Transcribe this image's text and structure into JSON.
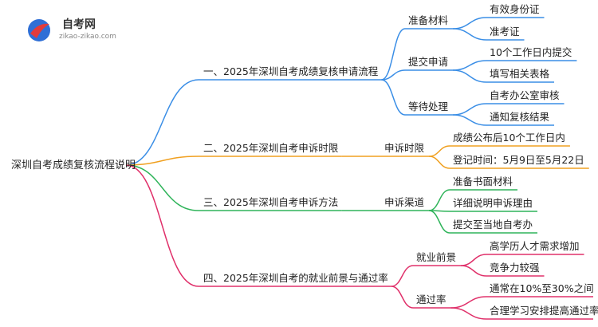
{
  "logo": {
    "title": "自考网",
    "url": "zikao-zikao.com"
  },
  "mindmap": {
    "root": "深圳自考成绩复核流程说明",
    "branches": [
      {
        "label": "一、2025年深圳自考成绩复核申请流程",
        "color": "#3a8ee6",
        "children": [
          {
            "label": "准备材料",
            "children": [
              "有效身份证",
              "准考证"
            ]
          },
          {
            "label": "提交申请",
            "children": [
              "10个工作日内提交",
              "填写相关表格"
            ]
          },
          {
            "label": "等待处理",
            "children": [
              "自考办公室审核",
              "通知复核结果"
            ]
          }
        ]
      },
      {
        "label": "二、2025年深圳自考申诉时限",
        "color": "#f0a020",
        "children": [
          {
            "label": "申诉时限",
            "children": [
              "成绩公布后10个工作日内",
              "登记时间：5月9日至5月22日"
            ]
          }
        ]
      },
      {
        "label": "三、2025年深圳自考申诉方法",
        "color": "#2fb45a",
        "children": [
          {
            "label": "申诉渠道",
            "children": [
              "准备书面材料",
              "详细说明申诉理由",
              "提交至当地自考办"
            ]
          }
        ]
      },
      {
        "label": "四、2025年深圳自考的就业前景与通过率",
        "color": "#e0306a",
        "children": [
          {
            "label": "就业前景",
            "children": [
              "高学历人才需求增加",
              "竞争力较强"
            ]
          },
          {
            "label": "通过率",
            "children": [
              "通常在10%至30%之间",
              "合理学习安排提高通过率"
            ]
          }
        ]
      }
    ]
  }
}
